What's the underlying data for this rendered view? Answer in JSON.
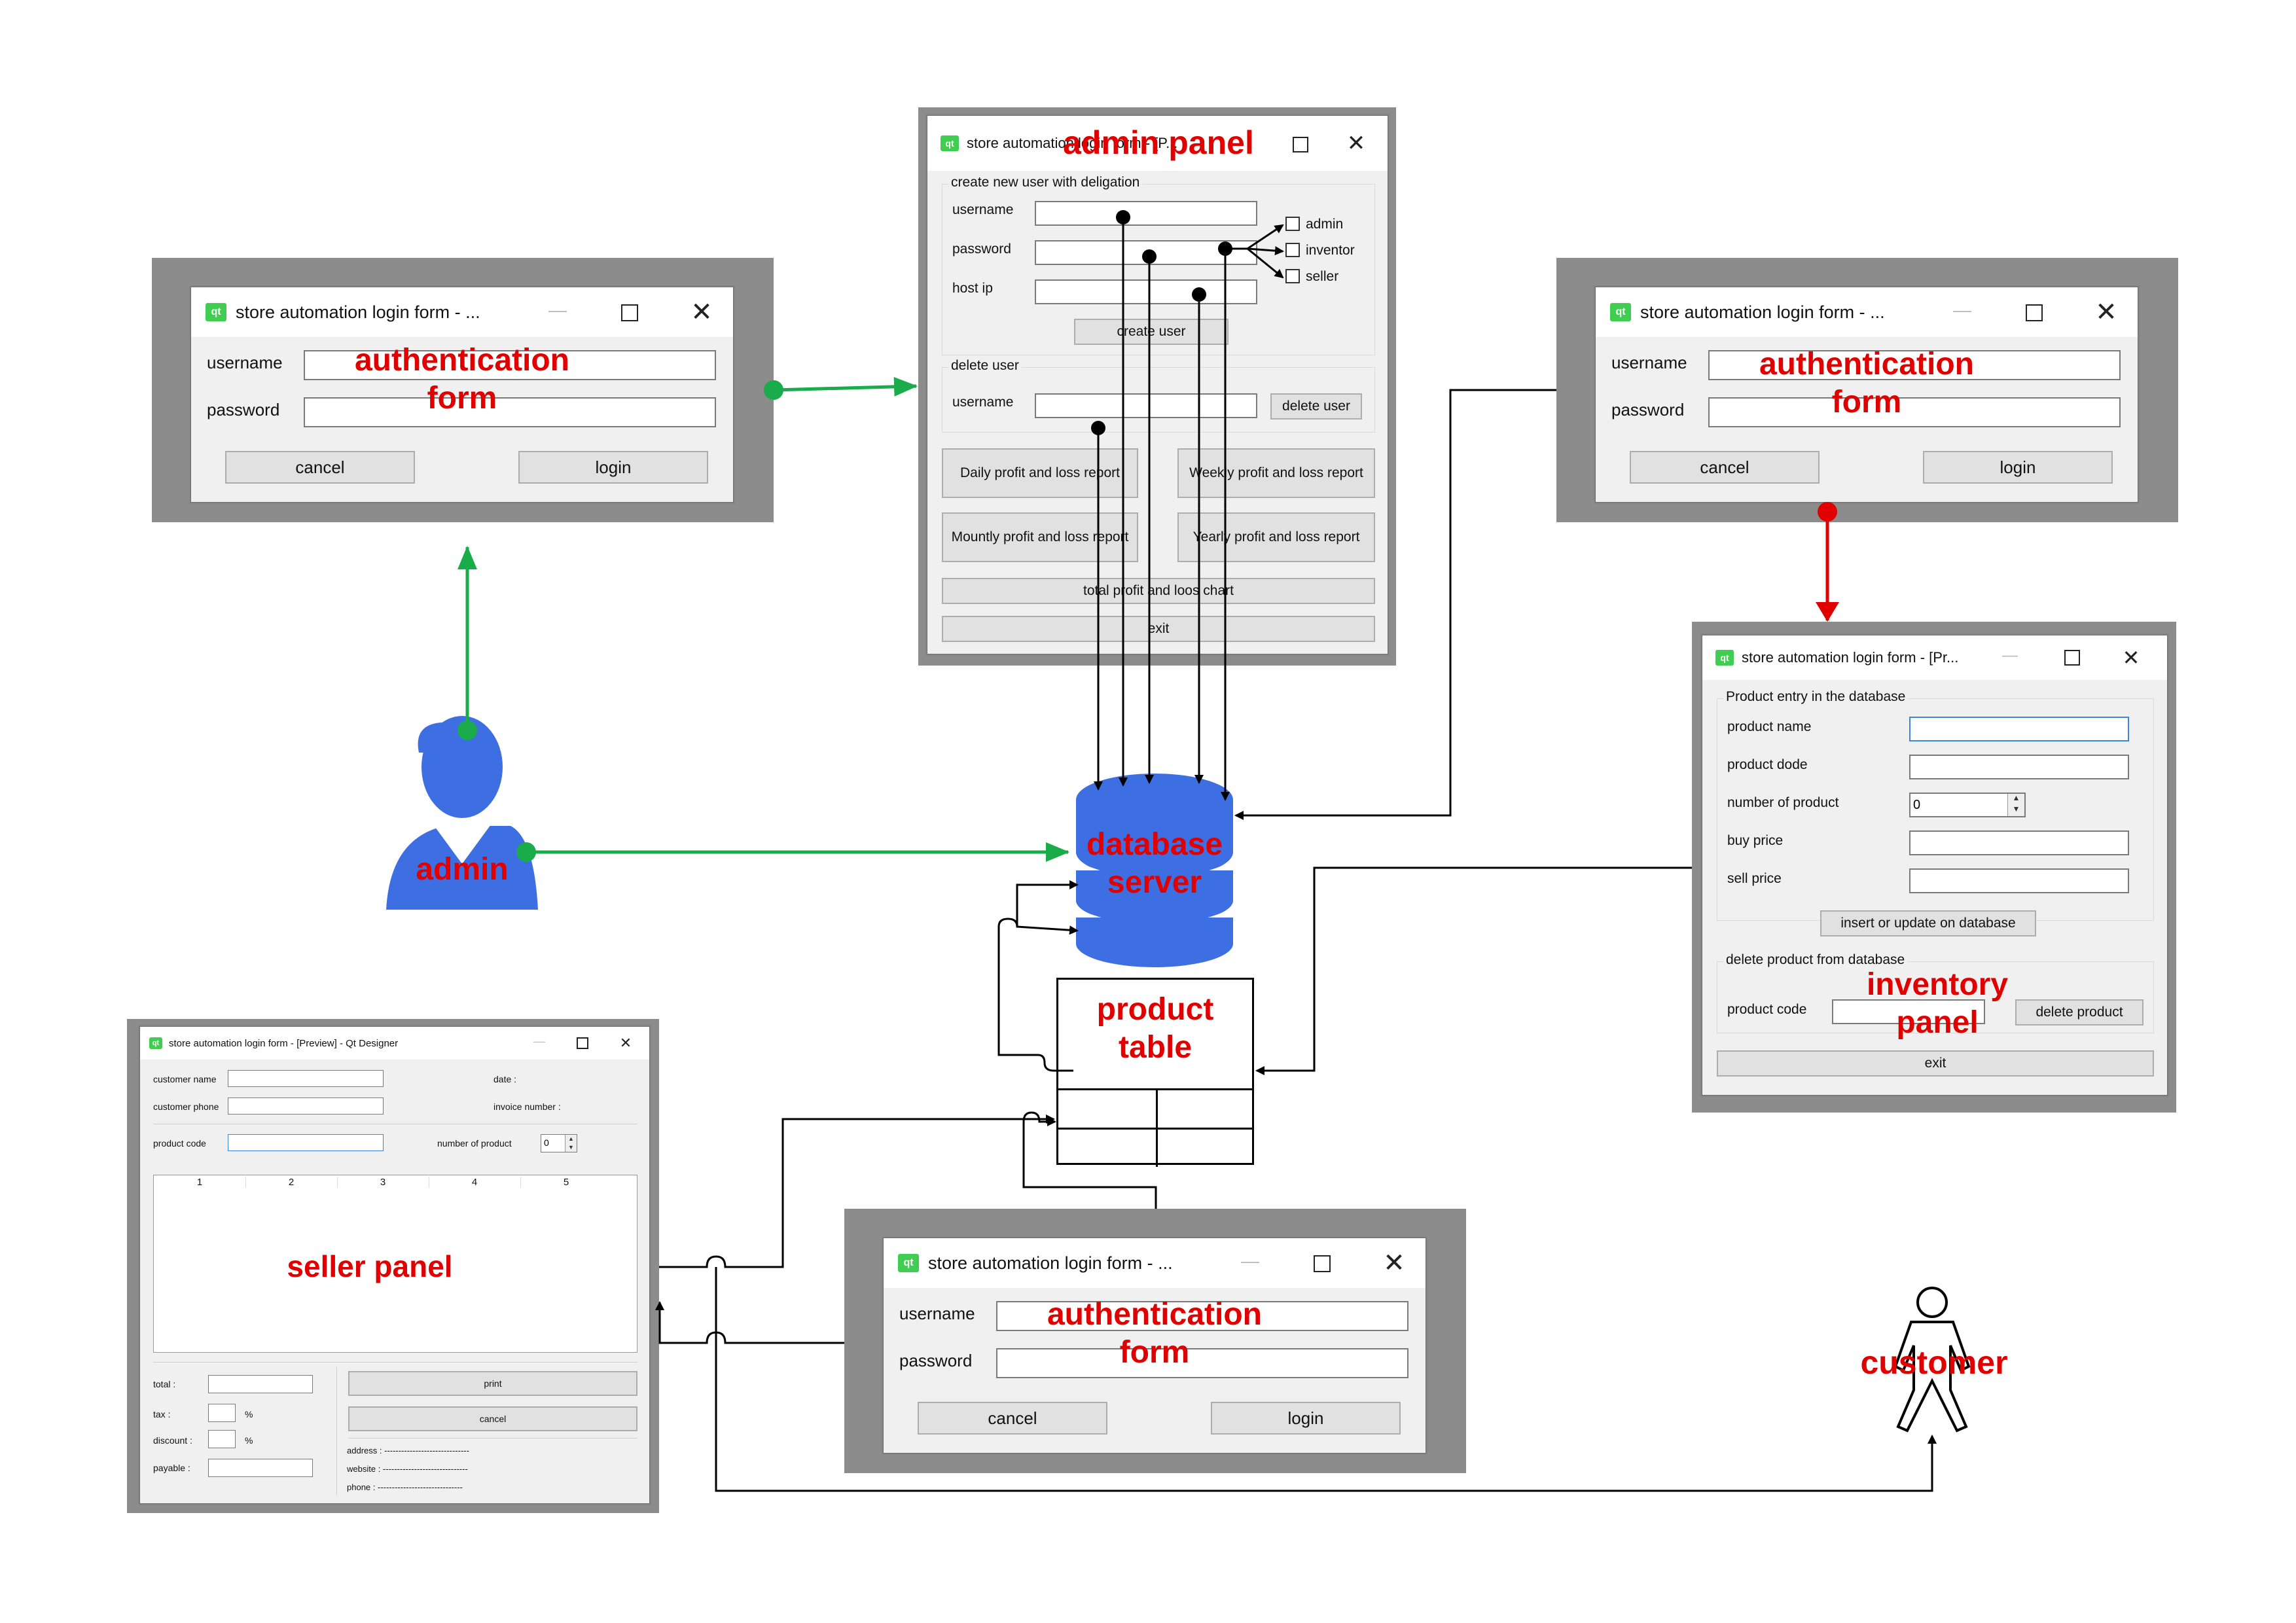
{
  "login_form": {
    "title": "store automation login form - ...",
    "username_label": "username",
    "password_label": "password",
    "cancel_label": "cancel",
    "login_label": "login",
    "overlay_line1": "authentication",
    "overlay_line2": "form"
  },
  "admin_panel": {
    "title": "store automation login form - [P...",
    "overlay": "admin panel",
    "create_group_title": "create new user with deligation",
    "username_label": "username",
    "password_label": "password",
    "host_ip_label": "host ip",
    "roles": [
      "admin",
      "inventor",
      "seller"
    ],
    "create_user_label": "create user",
    "delete_group_title": "delete user",
    "delete_username_label": "username",
    "delete_user_label": "delete user",
    "daily_report_label": "Daily profit and loss report",
    "weekly_report_label": "Weekly profit and loss report",
    "monthly_report_label": "Mountly profit and loss report",
    "yearly_report_label": "Yearly profit and loss report",
    "total_chart_label": "total profit and loos chart",
    "exit_label": "exit"
  },
  "inventory_panel": {
    "title": "store automation login form - [Pr...",
    "group_title": "Product entry in the database",
    "product_name_label": "product name",
    "product_code_label": "product dode",
    "number_label": "number of product",
    "number_value": "0",
    "buy_price_label": "buy price",
    "sell_price_label": "sell price",
    "insert_label": "insert or update on database",
    "delete_group_title": "delete product from database",
    "delete_code_label": "product code",
    "delete_product_label": "delete product",
    "exit_label": "exit",
    "overlay_line1": "inventory",
    "overlay_line2": "panel"
  },
  "seller_panel": {
    "title": "store automation login form - [Preview] - Qt Designer",
    "customer_name_label": "customer name",
    "customer_phone_label": "customer phone",
    "date_label": "date :",
    "invoice_label": "invoice number :",
    "product_code_label": "product code",
    "number_label": "number of product",
    "number_value": "0",
    "table_headers": [
      "1",
      "2",
      "3",
      "4",
      "5"
    ],
    "overlay": "seller panel",
    "total_label": "total :",
    "tax_label": "tax :",
    "discount_label": "discount :",
    "payable_label": "payable :",
    "percent": "%",
    "print_label": "print",
    "cancel_label": "cancel",
    "address_line": "address : ------------------------------",
    "website_line": "website : ------------------------------",
    "phone_line": "phone : ------------------------------"
  },
  "database": {
    "line1": "database",
    "line2": "server",
    "color": "#3d6fe3"
  },
  "product_table": {
    "line1": "product",
    "line2": "table"
  },
  "admin_actor": {
    "label": "admin",
    "color": "#3d6fe3"
  },
  "customer_actor": {
    "label": "customer"
  },
  "colors": {
    "green": "#1aab4a",
    "red": "#e00000",
    "black": "#000000"
  }
}
